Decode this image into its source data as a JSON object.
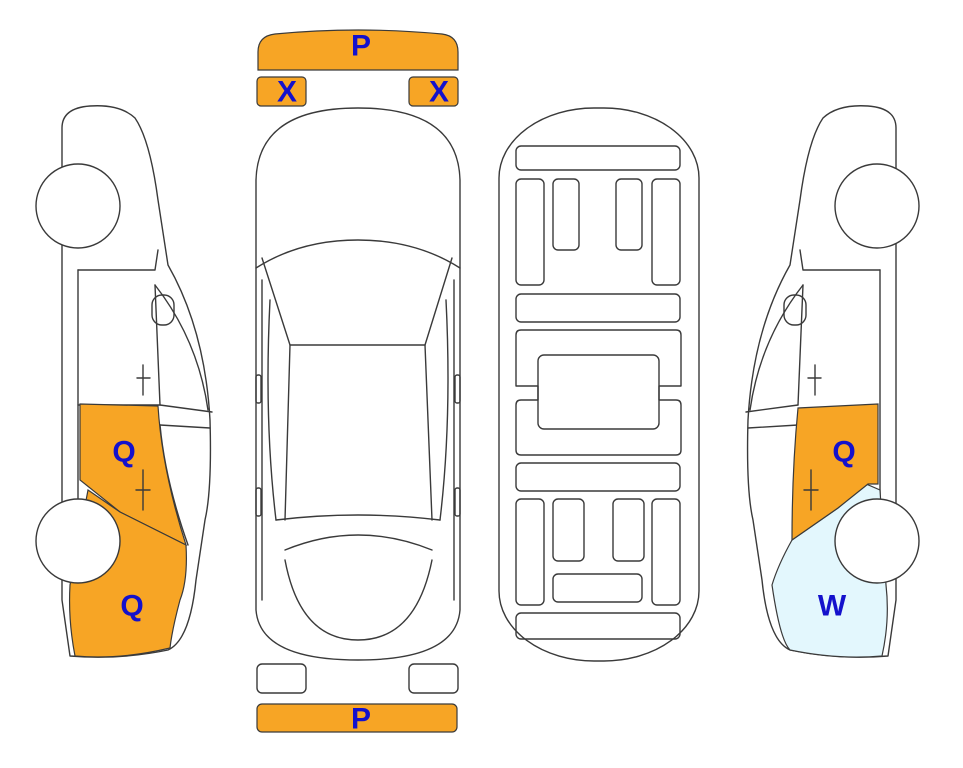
{
  "colors": {
    "damage": "#f7a525",
    "other": "#e3f7fd",
    "label": "#1411cc",
    "outline": "#3a3a3a"
  },
  "panels": {
    "front_bumper": {
      "code": "P",
      "status": "damage"
    },
    "left_headlight": {
      "code": "X",
      "status": "damage"
    },
    "right_headlight": {
      "code": "X",
      "status": "damage"
    },
    "left_rear_door": {
      "code": "Q",
      "status": "damage"
    },
    "left_rear_quarter": {
      "code": "Q",
      "status": "damage"
    },
    "right_rear_door": {
      "code": "Q",
      "status": "damage"
    },
    "right_rear_quarter": {
      "code": "W",
      "status": "other"
    },
    "rear_bumper": {
      "code": "P",
      "status": "damage"
    }
  }
}
